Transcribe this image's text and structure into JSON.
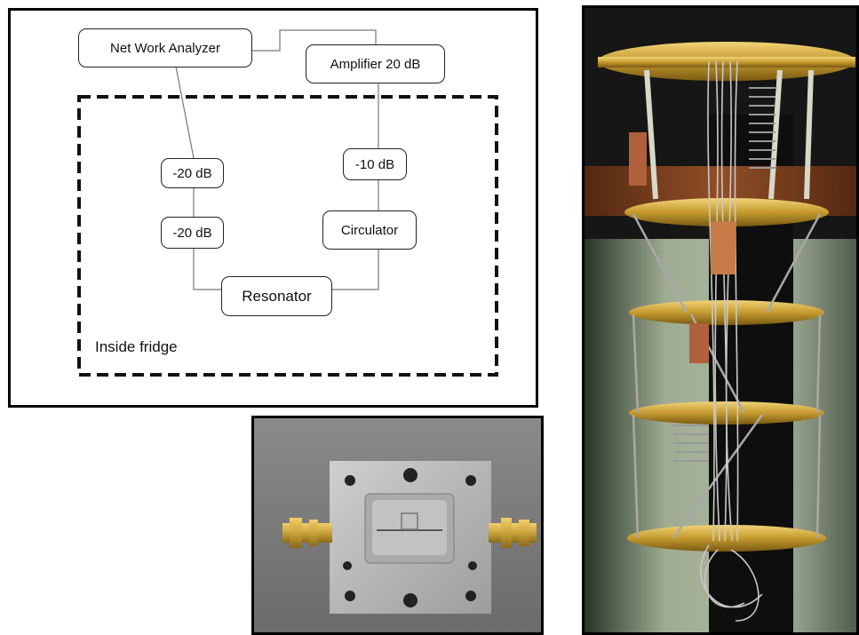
{
  "diagram": {
    "nodes": {
      "network_analyzer": "Net Work Analyzer",
      "amplifier": "Amplifier 20 dB",
      "attenuator_top": "-20 dB",
      "attenuator_bottom": "-20 dB",
      "attenuator_10": "-10 dB",
      "circulator": "Circulator",
      "resonator": "Resonator"
    },
    "region_label": "Inside fridge"
  },
  "colors": {
    "line": "#777777",
    "dashed_border": "#111111",
    "photo_gold": "#c9a23a",
    "aluminum": "#b8b8b8"
  }
}
